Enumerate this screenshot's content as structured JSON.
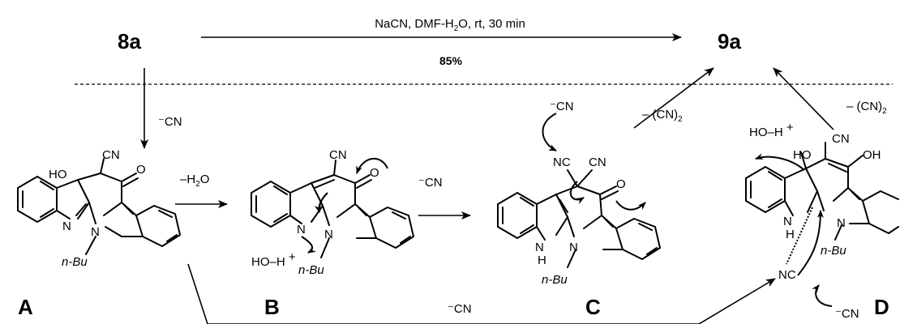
{
  "scheme": {
    "start_compound": "8a",
    "product_compound": "9a",
    "direct_conditions": {
      "reagent": "NaCN, DMF-H",
      "h2o_sub": "2",
      "rest": "O, rt, 30 min"
    },
    "direct_yield": "85%",
    "cyanide_label": "⁻CN",
    "minus_water": "–H",
    "minus_water_sub": "2",
    "minus_water_rest": "O",
    "minus_cyanogen": "– (CN)",
    "minus_cyanogen_sub": "2",
    "water_proton": "HO–H",
    "plus": "+"
  },
  "intermediates": [
    {
      "id": "A",
      "substituents": {
        "oh": "HO",
        "cn": "CN",
        "o": "O",
        "n": "N",
        "n_ring": "N",
        "butyl": "n-Bu"
      }
    },
    {
      "id": "B",
      "substituents": {
        "cn": "CN",
        "o": "O",
        "n": "N",
        "n_ring": "N",
        "butyl": "n-Bu"
      }
    },
    {
      "id": "C",
      "substituents": {
        "nc": "NC",
        "cn": "CN",
        "o": "O",
        "nh": "N",
        "h": "H",
        "n_ring": "N",
        "butyl": "n-Bu"
      }
    },
    {
      "id": "D",
      "substituents": {
        "oh_top": "HO",
        "cn": "CN",
        "oh_right": "OH",
        "nh": "N",
        "h": "H",
        "n_ring": "N",
        "butyl": "n-Bu",
        "nc": "NC"
      }
    }
  ]
}
